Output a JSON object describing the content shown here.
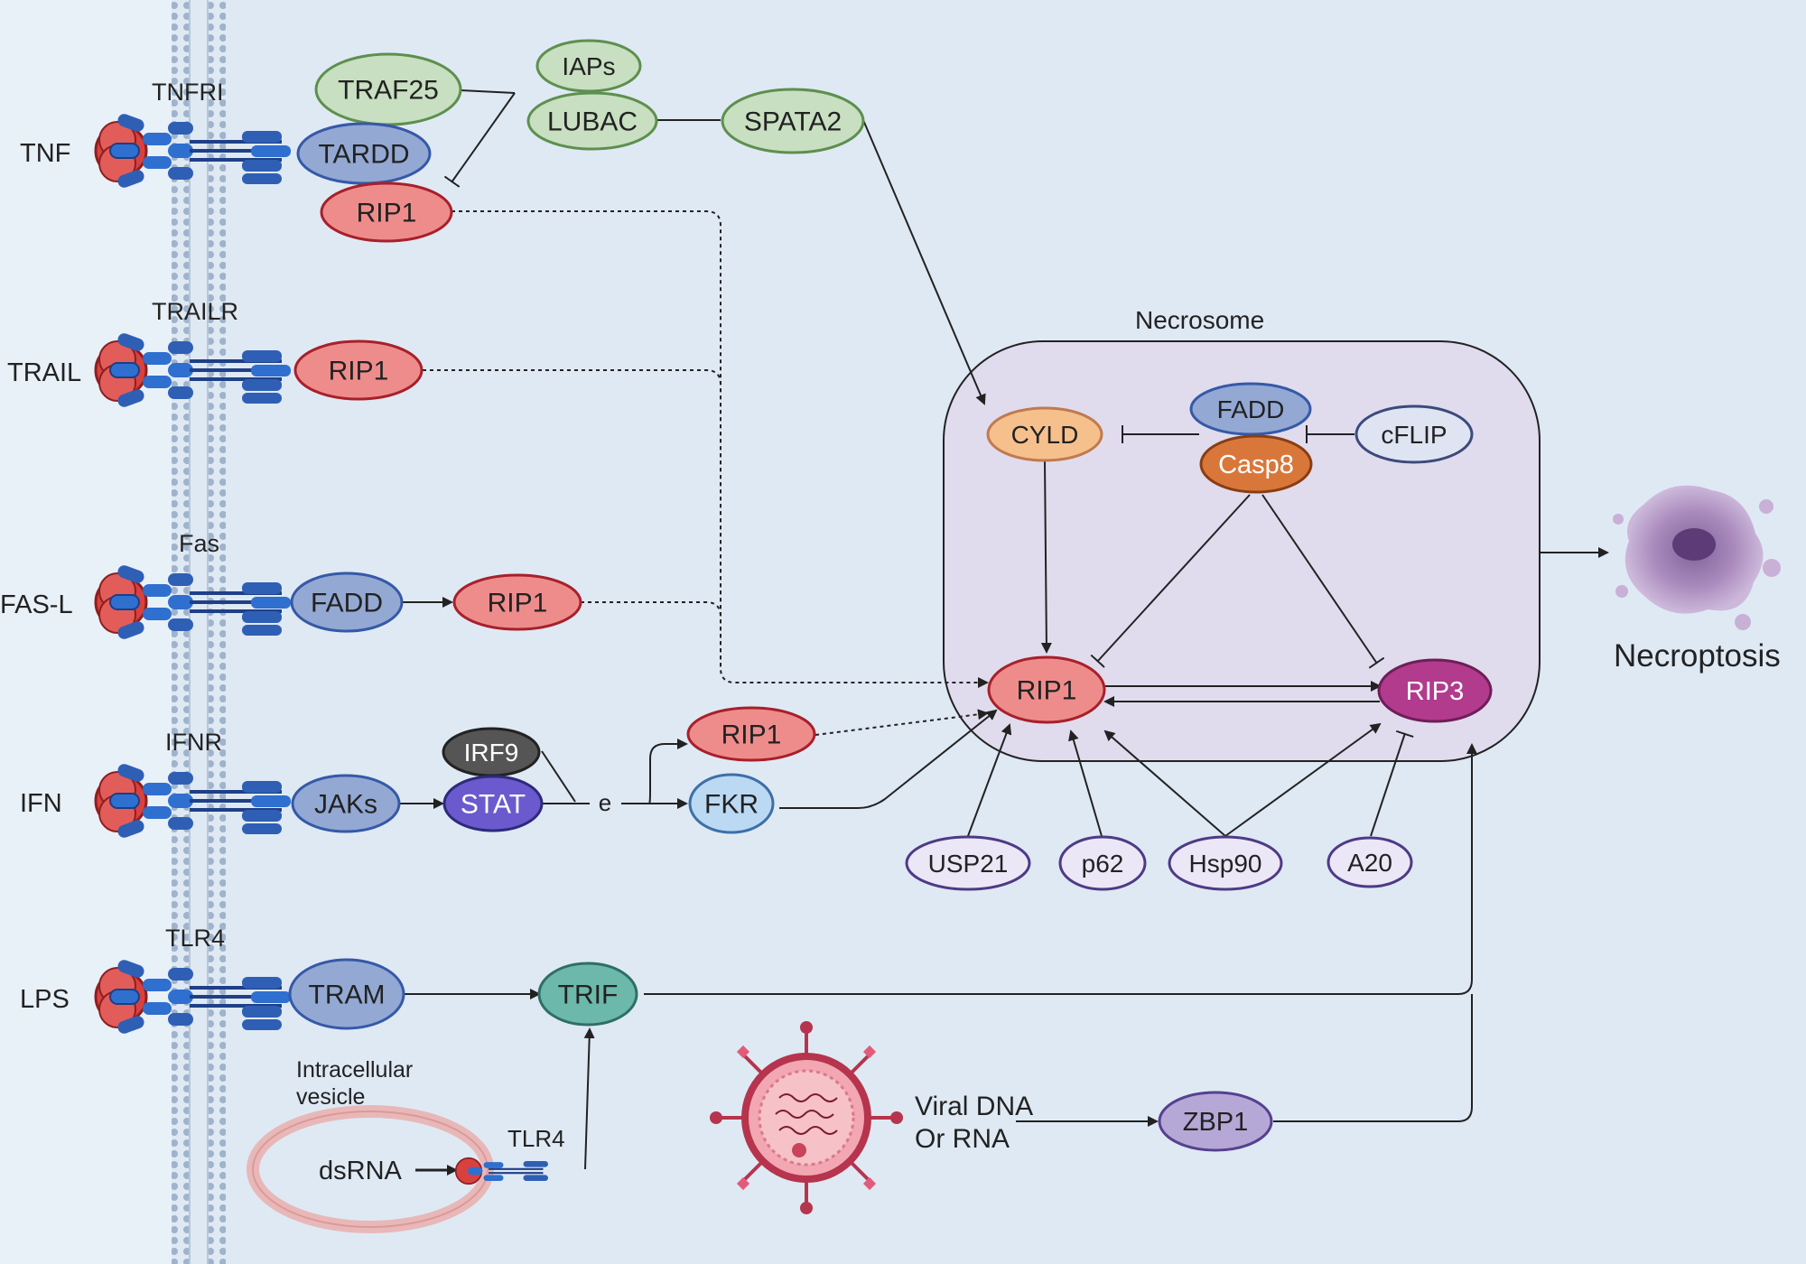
{
  "colors": {
    "background": "#dfe9f4",
    "membrane": "#9fb3cc",
    "necrosome_fill": "#e0dcee",
    "rip1": "#ee8c8c",
    "rip3": "#b23b8e",
    "green": "#c8dfc1",
    "blue": "#93a8d3",
    "purple_light": "#ece7f6",
    "casp8": "#d9773b",
    "cyld": "#f6c08d",
    "trif": "#6cb8ab",
    "stat": "#6a5acd"
  },
  "receptors": [
    {
      "ligand": "TNF",
      "receptor": "TNFRI"
    },
    {
      "ligand": "TRAIL",
      "receptor": "TRAILR"
    },
    {
      "ligand": "FAS-L",
      "receptor": "Fas"
    },
    {
      "ligand": "IFN",
      "receptor": "IFNR"
    },
    {
      "ligand": "LPS",
      "receptor": "TLR4"
    }
  ],
  "nodes": {
    "traf25": "TRAF25",
    "tardd": "TARDD",
    "rip1_tnf": "RIP1",
    "iaps": "IAPs",
    "lubac": "LUBAC",
    "spata2": "SPATA2",
    "rip1_trail": "RIP1",
    "fadd_fas": "FADD",
    "rip1_fas": "RIP1",
    "irf9": "IRF9",
    "jaks": "JAKs",
    "stat": "STAT",
    "e_label": "e",
    "rip1_ifn": "RIP1",
    "fkr": "FKR",
    "tram": "TRAM",
    "trif": "TRIF",
    "tlr4_vesicle": "TLR4",
    "dsrna": "dsRNA",
    "zbp1": "ZBP1",
    "cyld": "CYLD",
    "fadd_nec": "FADD",
    "casp8": "Casp8",
    "cflip": "cFLIP",
    "rip1_nec": "RIP1",
    "rip3": "RIP3",
    "usp21": "USP21",
    "p62": "p62",
    "hsp90": "Hsp90",
    "a20": "A20"
  },
  "labels": {
    "necrosome": "Necrosome",
    "necroptosis": "Necroptosis",
    "vesicle_line1": "Intracellular",
    "vesicle_line2": "vesicle",
    "viral_line1": "Viral DNA",
    "viral_line2": "Or RNA"
  }
}
